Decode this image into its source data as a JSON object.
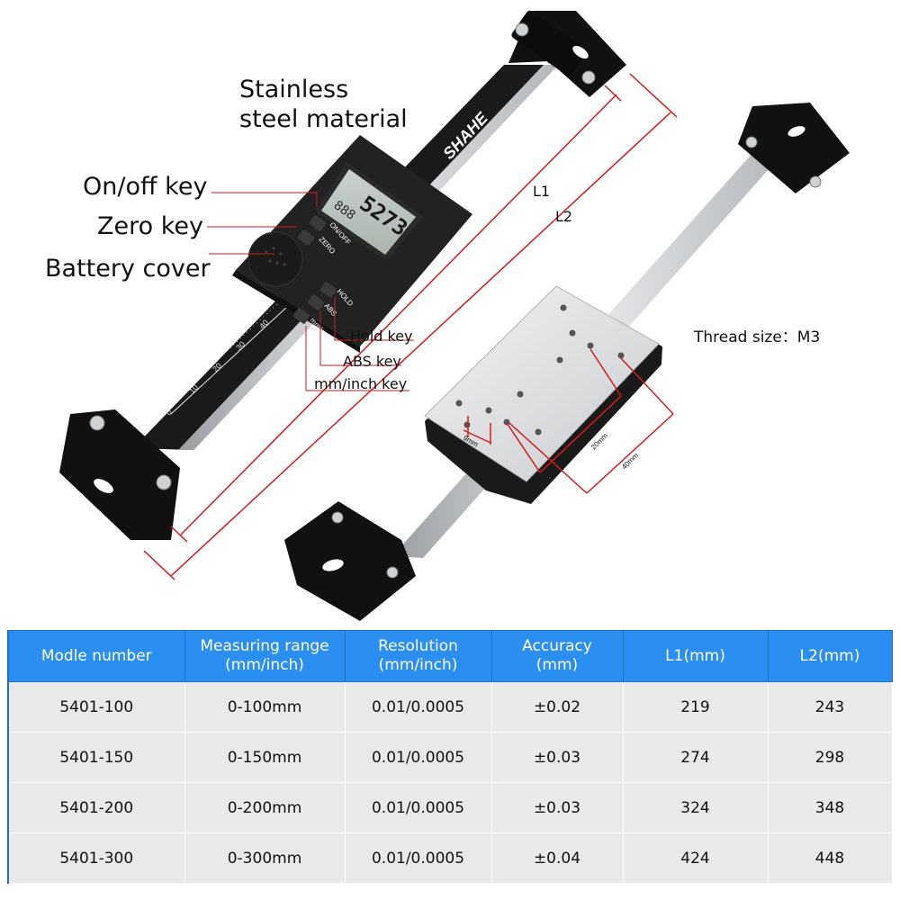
{
  "labels": {
    "stainless_line1": "Stainless",
    "stainless_line2": "steel material",
    "onoff": "On/off key",
    "zero": "Zero key",
    "battery": "Battery cover",
    "hold": "Hold key",
    "abs": "ABS key",
    "mminch": "mm/inch key",
    "l1": "L1",
    "l2": "L2",
    "thread": "Thread size：M3",
    "dim_9mm": "9mm",
    "dim_20mm": "20mm",
    "dim_40mm": "40mm"
  },
  "device": {
    "brand": "SHAHE",
    "display_small": "888",
    "display_main": "5273",
    "btn_onoff": "ON/OFF",
    "btn_zero": "ZERO",
    "btn_hold": "HOLD",
    "btn_abs": "ABS",
    "btn_mminch": "mm/in",
    "scale_ticks": [
      "0",
      "10",
      "20",
      "30",
      "40"
    ]
  },
  "colors": {
    "header_blue": "#2a8ff0",
    "leader_red": "#d61a1a",
    "row_gray": "#e9e9e9"
  },
  "table": {
    "headers": [
      [
        "Modle number"
      ],
      [
        "Measuring range",
        "(mm/inch)"
      ],
      [
        "Resolution",
        "(mm/inch)"
      ],
      [
        "Accuracy",
        "(mm)"
      ],
      [
        "L1(mm)"
      ],
      [
        "L2(mm)"
      ]
    ],
    "rows": [
      [
        "5401-100",
        "0-100mm",
        "0.01/0.0005",
        "±0.02",
        "219",
        "243"
      ],
      [
        "5401-150",
        "0-150mm",
        "0.01/0.0005",
        "±0.03",
        "274",
        "298"
      ],
      [
        "5401-200",
        "0-200mm",
        "0.01/0.0005",
        "±0.03",
        "324",
        "348"
      ],
      [
        "5401-300",
        "0-300mm",
        "0.01/0.0005",
        "±0.04",
        "424",
        "448"
      ]
    ]
  }
}
